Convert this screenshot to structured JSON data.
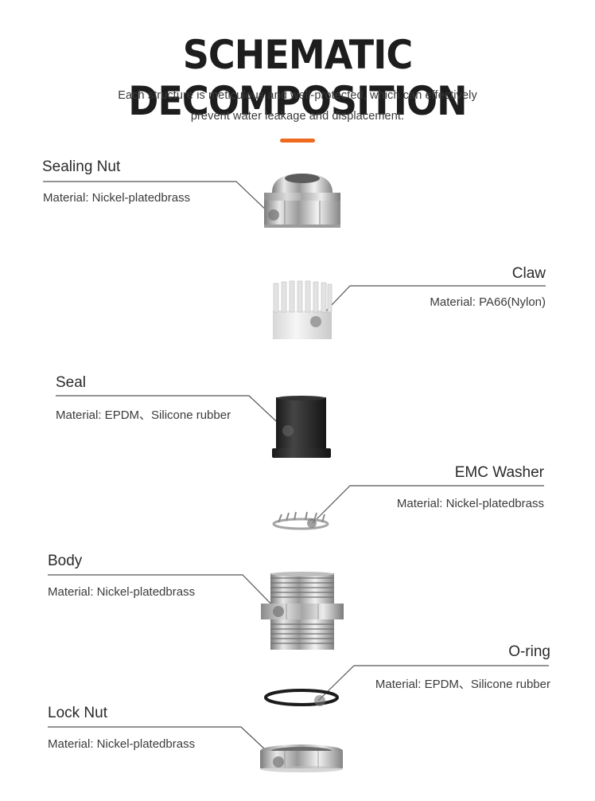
{
  "header": {
    "title": "SCHEMATIC DECOMPOSITION",
    "subtitle_line1": "Each structure is meticulous and well-protected, which can effectively",
    "subtitle_line2": "prevent water leakage and displacement.",
    "accent_color": "#ee6a1e"
  },
  "parts": [
    {
      "name": "Sealing Nut",
      "material": "Material: Nickel-platedbrass"
    },
    {
      "name": "Claw",
      "material": "Material: PA66(Nylon)"
    },
    {
      "name": "Seal",
      "material": "Material: EPDM、Silicone rubber"
    },
    {
      "name": "EMC Washer",
      "material": "Material: Nickel-platedbrass"
    },
    {
      "name": "Body",
      "material": "Material: Nickel-platedbrass"
    },
    {
      "name": "O-ring",
      "material": "Material: EPDM、Silicone rubber"
    },
    {
      "name": "Lock Nut",
      "material": "Material: Nickel-platedbrass"
    }
  ]
}
